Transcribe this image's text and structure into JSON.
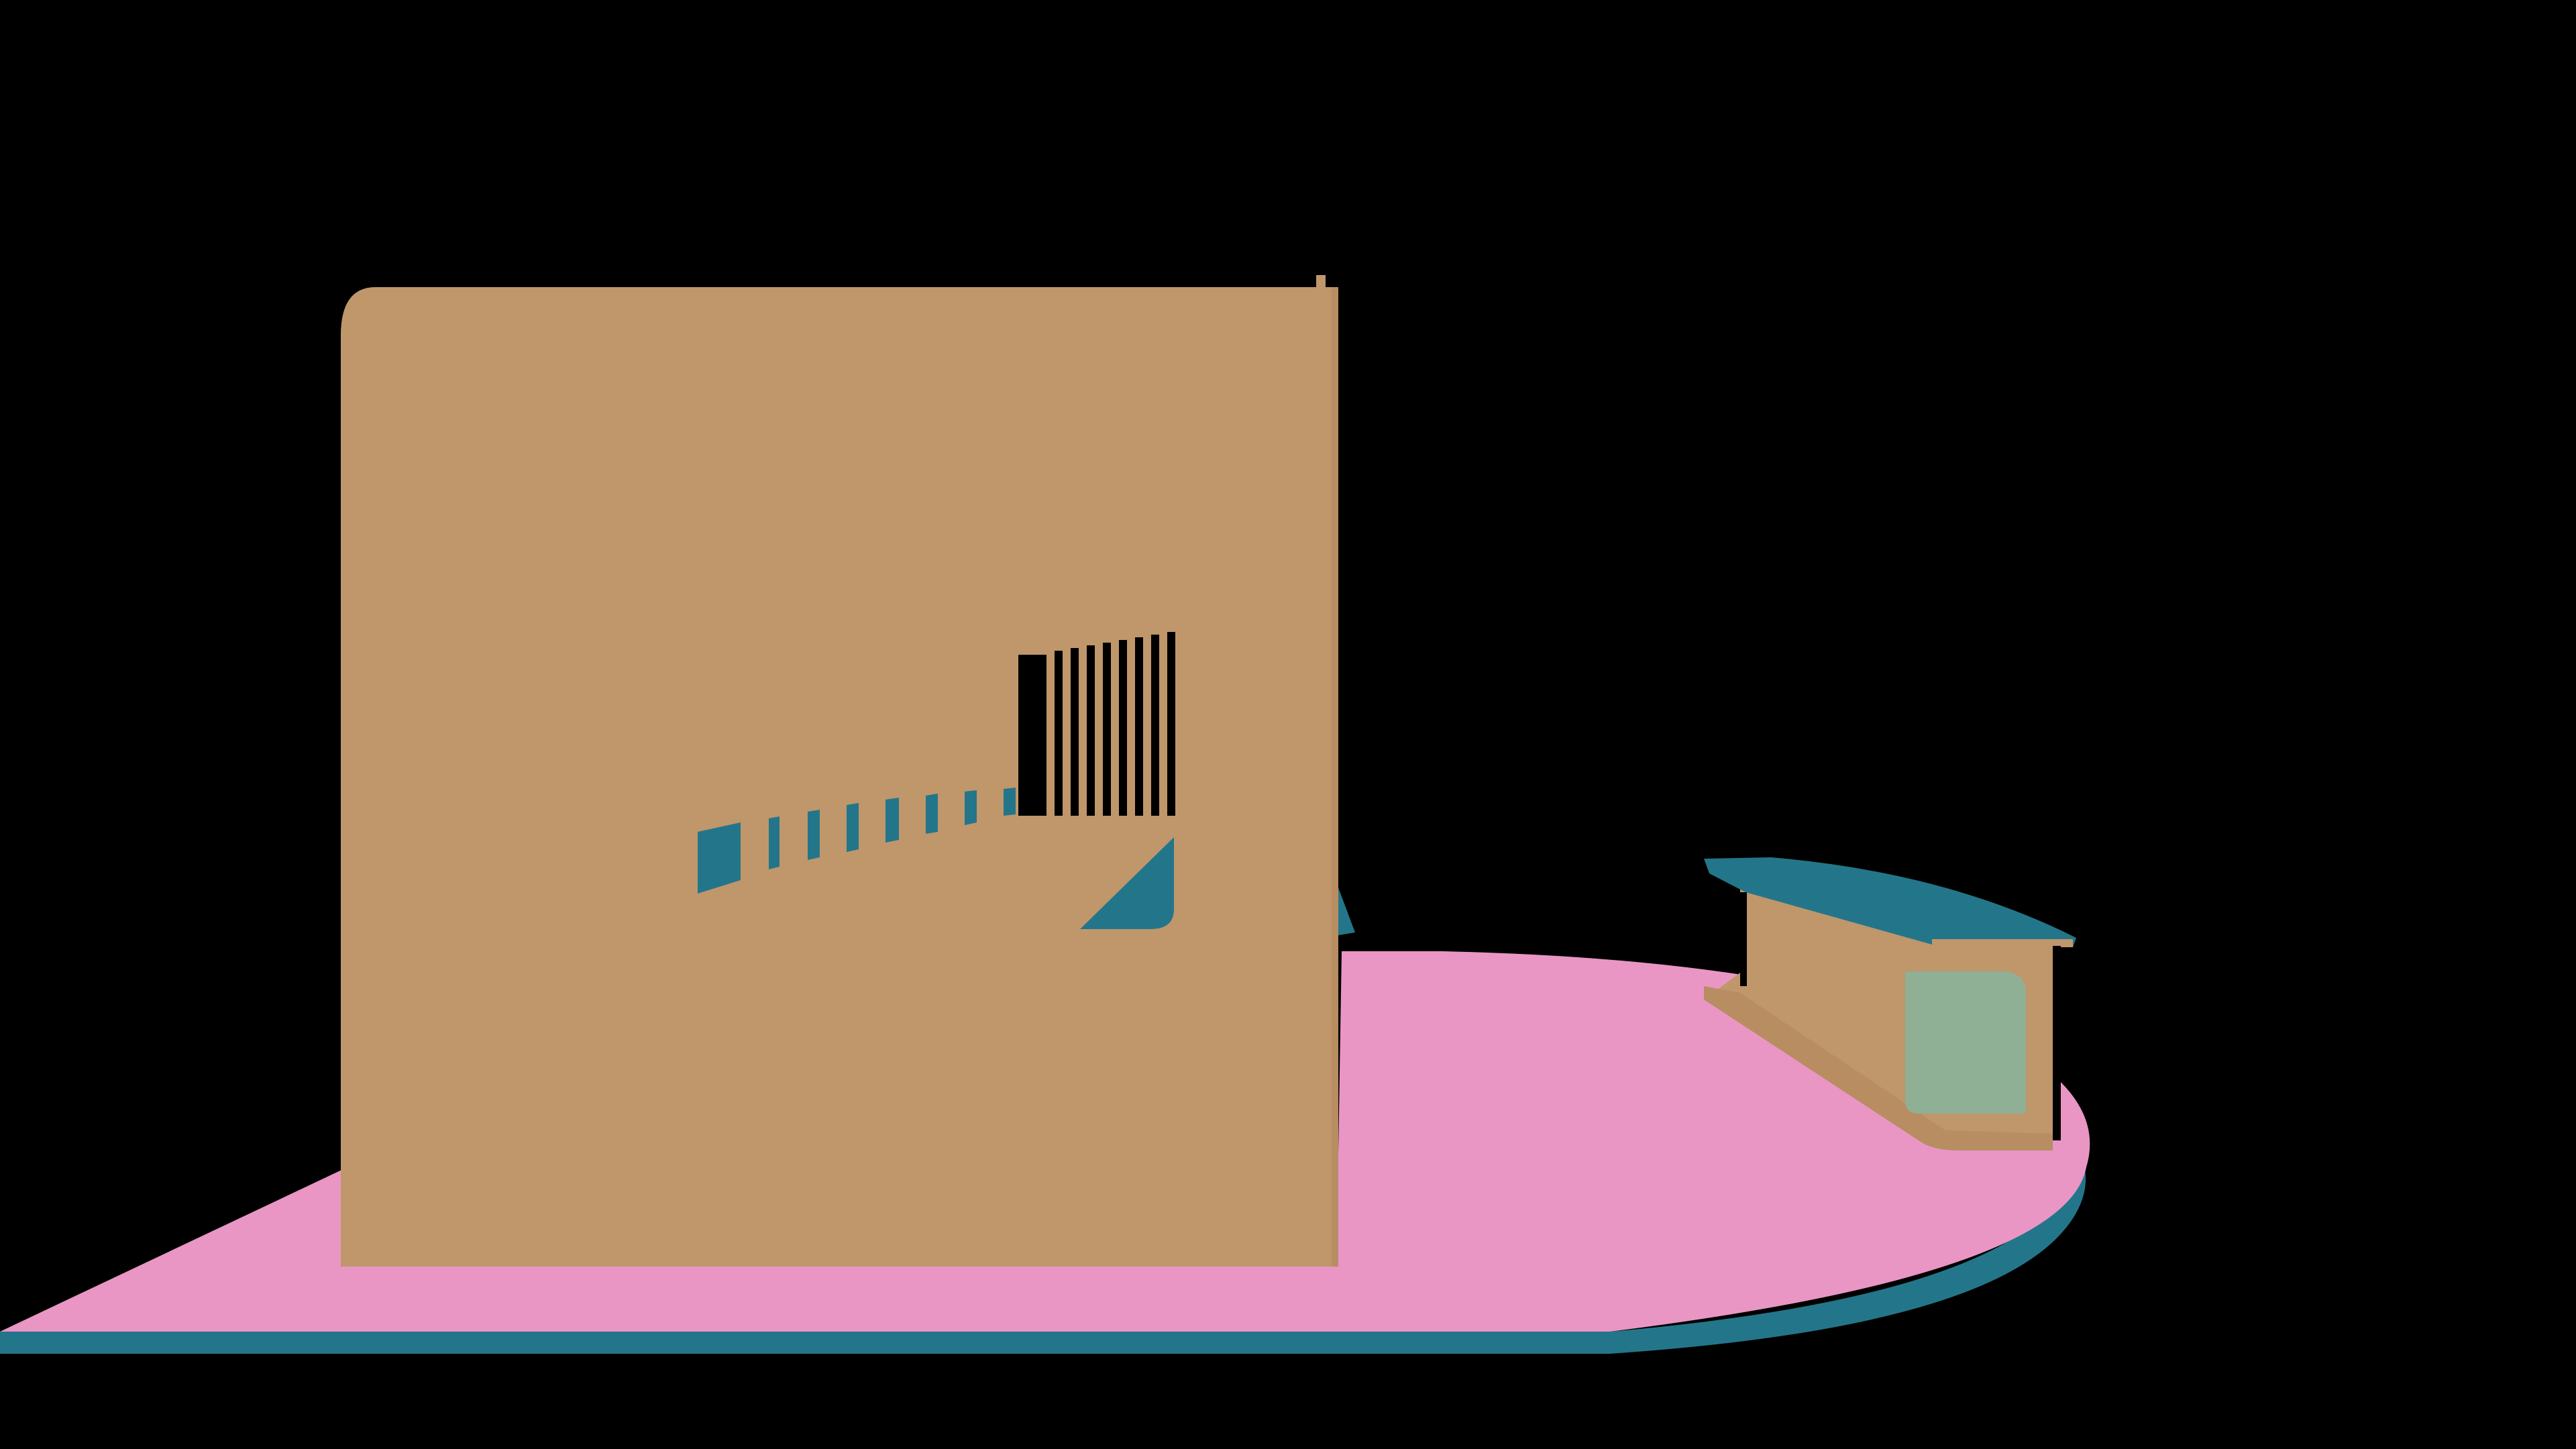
{
  "scene": {
    "description_visible_text": "",
    "colors": {
      "background": "#000000",
      "ground_top": "#E996C4",
      "ground_edge": "#23768A",
      "building_wall": "#C0966B",
      "building_accent": "#23768A",
      "window_dark": "#000000",
      "kiosk_glass": "#8FB095"
    },
    "objects": [
      {
        "name": "ground-platform",
        "kind": "pink-platform"
      },
      {
        "name": "main-building",
        "kind": "tan-block"
      },
      {
        "name": "window-bars",
        "kind": "dark-slats"
      },
      {
        "name": "window-slats-teal",
        "kind": "teal-slats"
      },
      {
        "name": "kiosk",
        "kind": "small-structure"
      }
    ]
  }
}
